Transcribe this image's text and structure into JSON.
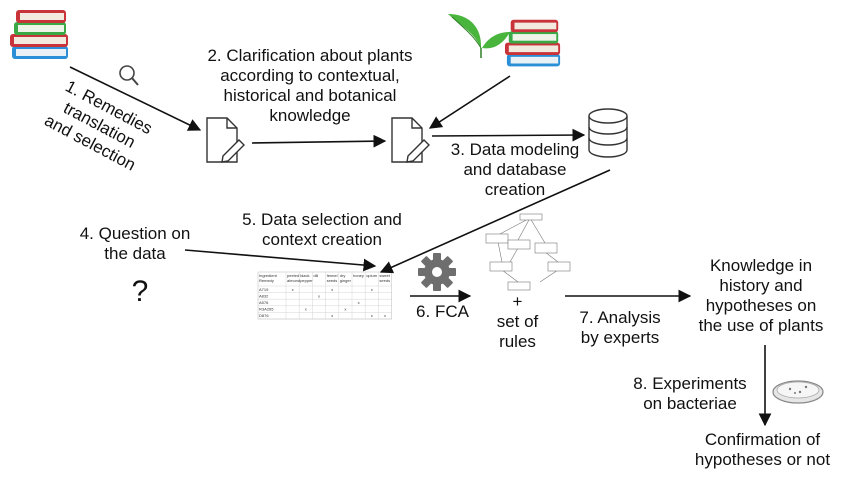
{
  "steps": {
    "s1": [
      "1. Remedies",
      "translation",
      "and selection"
    ],
    "s2": [
      "2. Clarification about plants",
      "according to contextual,",
      "historical and botanical",
      "knowledge"
    ],
    "s3": [
      "3. Data modeling",
      "and database",
      "creation"
    ],
    "s4": [
      "4. Question on",
      "the data"
    ],
    "s5": [
      "5. Data selection and",
      "context creation"
    ],
    "s6": "6. FCA",
    "s7": [
      "7. Analysis",
      "by experts"
    ],
    "s8": [
      "8. Experiments",
      "on bacteriae"
    ]
  },
  "outputs": {
    "rules": [
      "+",
      "set of",
      "rules"
    ],
    "knowledge": [
      "Knowledge in",
      "history and",
      "hypotheses on",
      "the use of plants"
    ],
    "confirmation": [
      "Confirmation of",
      "hypotheses or not"
    ]
  },
  "question_mark": "?",
  "table": {
    "headers": [
      "Ingredient\nRemedy",
      "peeled\nalmond",
      "black\npepper",
      "dill",
      "fennel\nseeds",
      "dry\nginger",
      "honey",
      "opium",
      "sweet\nseeds"
    ],
    "rows": [
      {
        "name": "A719",
        "marks": [
          1,
          0,
          0,
          1,
          0,
          0,
          1,
          0
        ]
      },
      {
        "name": "A832",
        "marks": [
          0,
          0,
          1,
          0,
          0,
          0,
          0,
          0
        ]
      },
      {
        "name": "A576",
        "marks": [
          0,
          0,
          0,
          0,
          0,
          1,
          0,
          0
        ]
      },
      {
        "name": "R3A265",
        "marks": [
          0,
          1,
          0,
          0,
          1,
          0,
          0,
          0
        ]
      },
      {
        "name": "D876",
        "marks": [
          0,
          0,
          0,
          1,
          0,
          0,
          1,
          1
        ]
      }
    ]
  },
  "colors": {
    "book_red": "#c8343a",
    "book_green": "#39a845",
    "book_blue": "#2a8fd6",
    "leaf": "#49b53c",
    "gear": "#6e6e6e"
  },
  "icons": [
    "books-icon",
    "magnifier-icon",
    "leaf-icon",
    "document-edit-icon",
    "database-icon",
    "gear-icon",
    "petri-dish-icon"
  ]
}
